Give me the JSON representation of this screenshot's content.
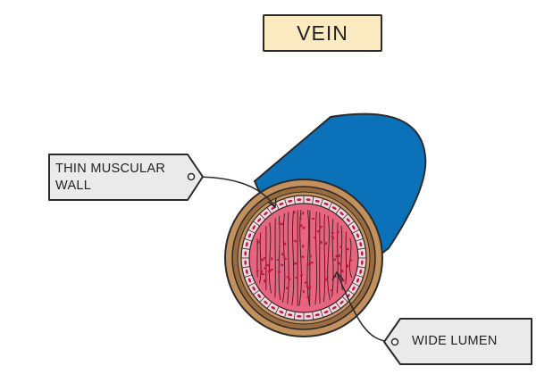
{
  "title": "VEIN",
  "labels": {
    "wall": {
      "line1": "THIN MUSCULAR",
      "line2": "WALL"
    },
    "lumen": {
      "text": "WIDE LUMEN"
    }
  },
  "colors": {
    "outer_tube": "#0b72b9",
    "outer_layer": "#c3915d",
    "muscle_layer": "#9a6b3f",
    "endothelium": "#f7d7de",
    "lumen": "#e8647f",
    "blood_cells": "#c01744",
    "tag_fill": "#eaeaea",
    "title_fill": "#fcebc0",
    "outline": "#2a2a2a"
  }
}
